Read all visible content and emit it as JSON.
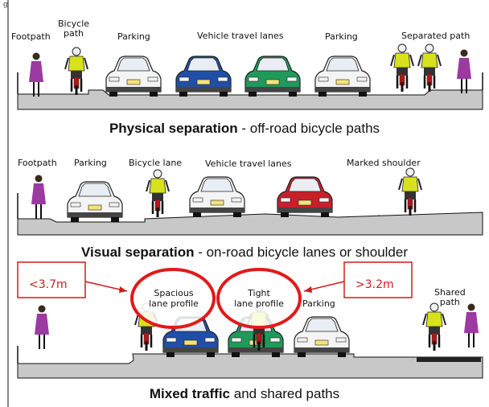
{
  "top_text": "g",
  "section1": {
    "labels": {
      "footpath": "Footpath",
      "bicycle_path": "Bicycle\npath",
      "parking_left": "Parking",
      "vehicle_lanes": "Vehicle travel lanes",
      "parking_right": "Parking",
      "separated_path": "Separated path"
    },
    "caption_bold": "Physical separation",
    "caption_rest": " - off-road bicycle paths"
  },
  "section2": {
    "labels": {
      "footpath": "Footpath",
      "parking": "Parking",
      "bicycle_lane": "Bicycle lane",
      "vehicle_lanes": "Vehicle travel lanes",
      "marked_shoulder": "Marked shoulder"
    },
    "caption_bold": "Visual separation",
    "caption_rest": " - on-road bicycle lanes or shoulder"
  },
  "section3": {
    "left_note": "<3.7m",
    "right_note": ">3.2m",
    "spacious": "Spacious\nlane profile",
    "tight": "Tight\nlane profile",
    "parking": "Parking",
    "shared_path": "Shared\npath",
    "caption_bold": "Mixed traffic",
    "caption_rest": " and shared paths"
  },
  "colors": {
    "accent_red": "#d11a1a",
    "road_grey": "#c8c8c8",
    "cyclist_yellow": "#d8e21c",
    "car_blue": "#1f4fa8",
    "car_green": "#1f9a5a",
    "car_red": "#c8202a",
    "pedestrian_purple": "#9b3aa0"
  }
}
